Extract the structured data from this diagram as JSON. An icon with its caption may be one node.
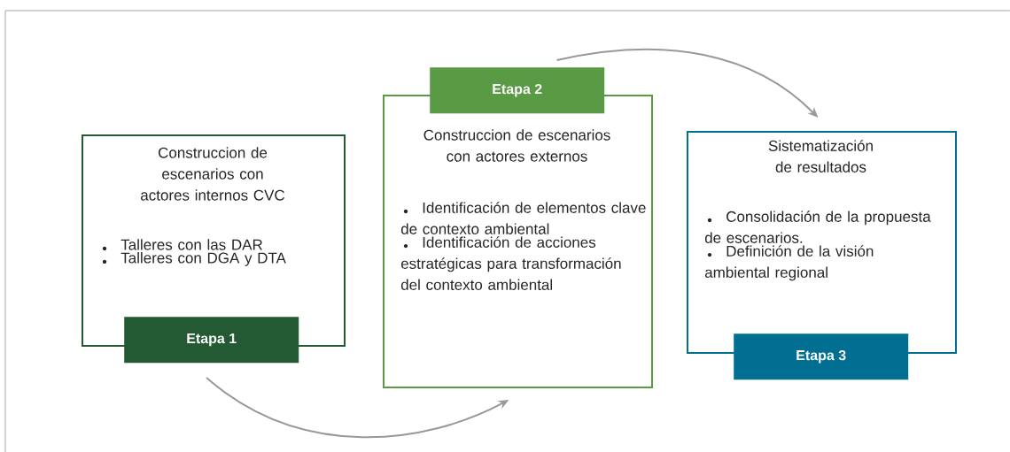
{
  "diagram": {
    "nodes": [
      {
        "text": [
          "Construccion de escenarios con actores internos CVC",
          "Talleres con las DAR",
          "Talleres con DGA y DTA",
          "Etapa 1"
        ]
      },
      {
        "text": [
          "Etapa 2",
          "Construccion de escenarios con actores externos",
          "Identificación de elementos clave de contexto ambiental",
          "Identificación de acciones estratégicas para transformación del contexto ambiental"
        ]
      },
      {
        "text": [
          "Sistematización de resultados",
          "Consolidación de la propuesta de escenarios.",
          "Definición de la visión ambiental regional",
          "Etapa 3"
        ]
      }
    ],
    "edges": [
      {
        "from": 0,
        "to": 1,
        "arrow": "to"
      },
      {
        "from": 1,
        "to": 2,
        "arrow": "to"
      }
    ]
  }
}
